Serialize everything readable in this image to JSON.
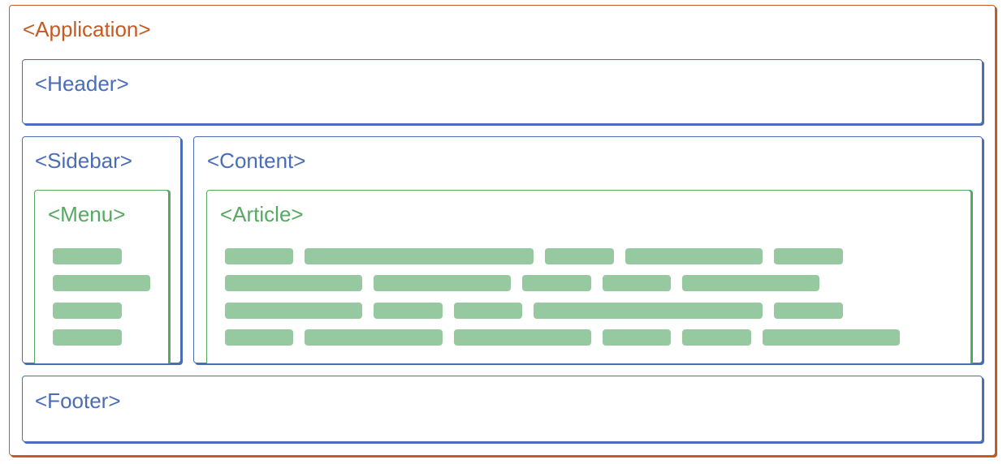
{
  "application": {
    "label": "<Application>",
    "color": "#c65a22"
  },
  "header": {
    "label": "<Header>",
    "color": "#4a6db5"
  },
  "sidebar": {
    "label": "<Sidebar>",
    "menu": {
      "label": "<Menu>",
      "color": "#56a862",
      "item_count": 4
    }
  },
  "content": {
    "label": "<Content>",
    "article": {
      "label": "<Article>",
      "color": "#56a862",
      "line_count": 4
    }
  },
  "footer": {
    "label": "<Footer>"
  },
  "placeholder_color": "#97c9a1"
}
